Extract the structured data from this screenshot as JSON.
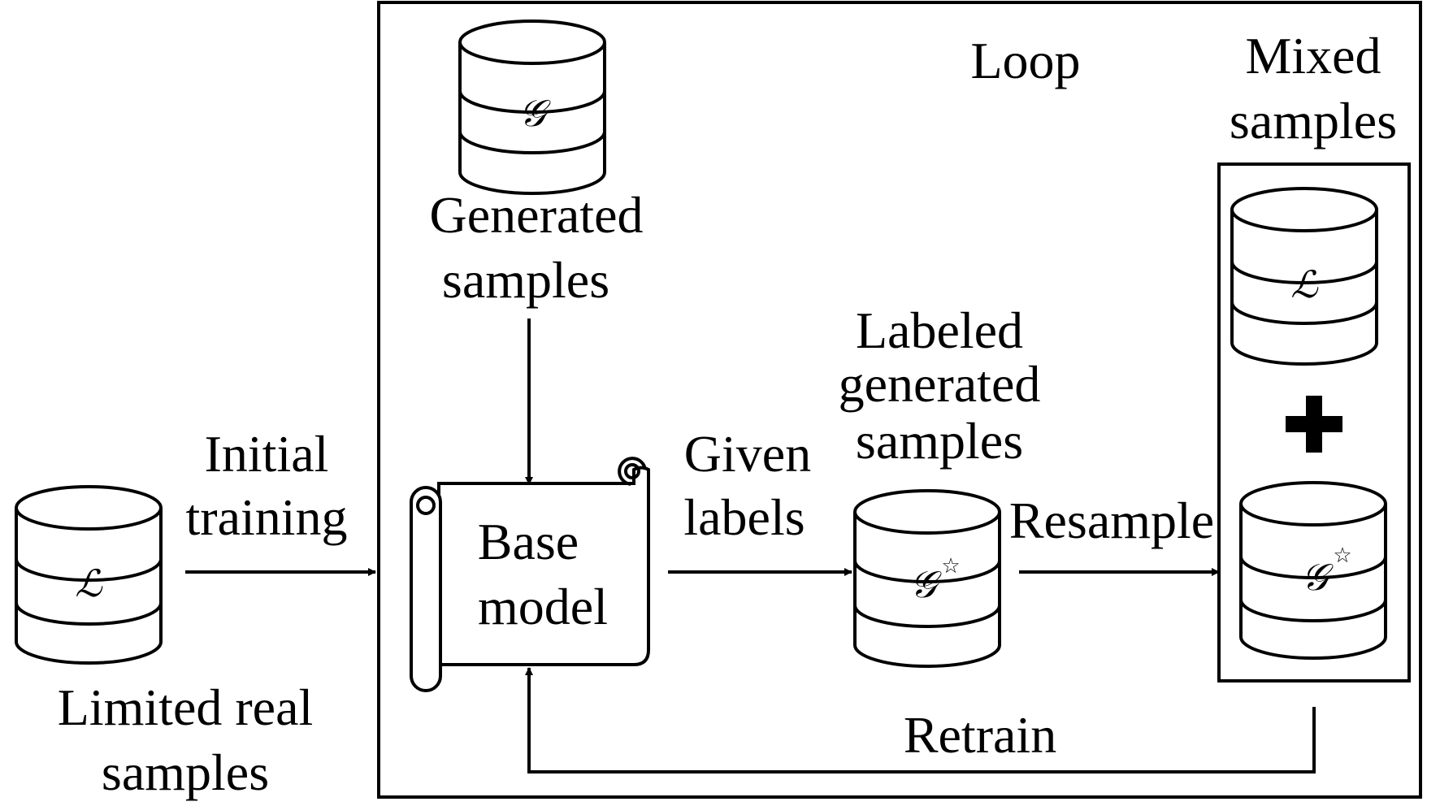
{
  "labels": {
    "loop": "Loop",
    "mixed_line1": "Mixed",
    "mixed_line2": "samples",
    "generated_line1": "Generated",
    "generated_line2": "samples",
    "labeled_line1": "Labeled",
    "labeled_line2": "generated",
    "labeled_line3": "samples",
    "initial_line1": "Initial",
    "initial_line2": "training",
    "given_line1": "Given",
    "given_line2": "labels",
    "resample": "Resample",
    "retrain": "Retrain",
    "base_line1": "Base",
    "base_line2": "model",
    "limited_line1": "Limited real",
    "limited_line2": "samples"
  },
  "symbols": {
    "L": "ℒ",
    "G": "𝒢",
    "star": "☆"
  }
}
